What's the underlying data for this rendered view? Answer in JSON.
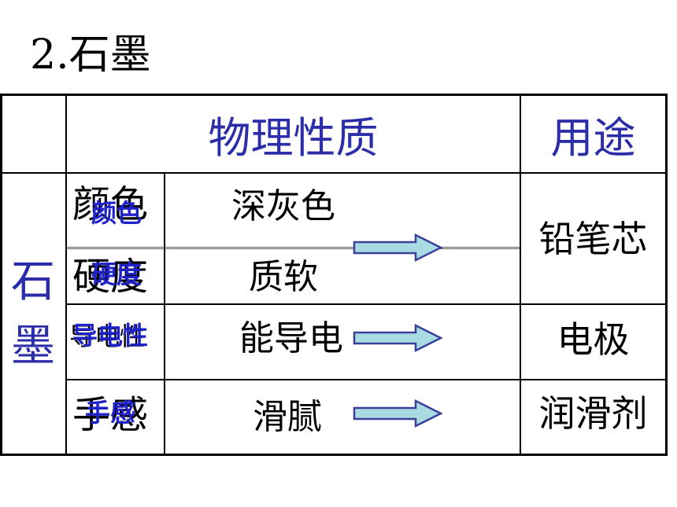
{
  "title": "2.石墨",
  "table": {
    "header_properties": "物理性质",
    "header_uses": "用途",
    "side_label_1": "石",
    "side_label_2": "墨",
    "rows": [
      {
        "prop": "颜色",
        "overlay": "颜色",
        "value": "深灰色"
      },
      {
        "prop": "硬度",
        "overlay": "硬度",
        "value": "质软"
      },
      {
        "prop": "导电性",
        "overlay": "导电性",
        "value": "能导电"
      },
      {
        "prop": "手感",
        "overlay": "手感",
        "value": "滑腻"
      }
    ],
    "uses": [
      "铅笔芯",
      "电极",
      "润滑剂"
    ]
  },
  "colors": {
    "accent": "#2b2ea8",
    "overlay_blue": "#1e22c8",
    "arrow_fill": "#a9dbe3",
    "arrow_stroke": "#3a3f9a"
  }
}
